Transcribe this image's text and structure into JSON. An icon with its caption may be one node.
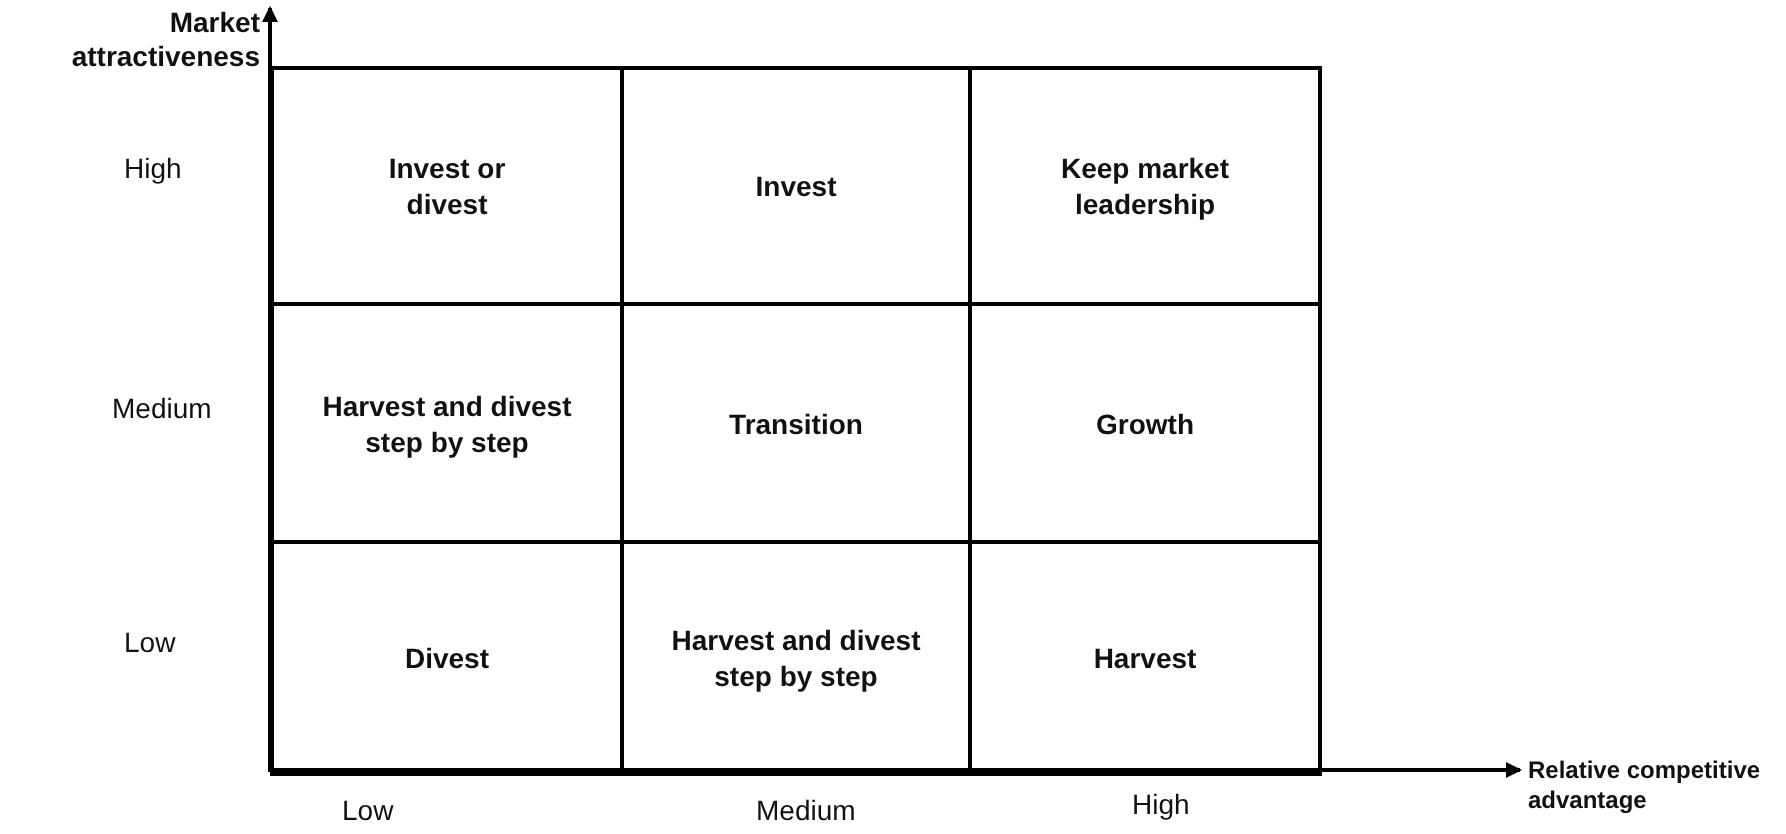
{
  "diagram": {
    "nodes": [
      {
        "text": [
          "Invest or divest"
        ]
      },
      {
        "text": [
          "Invest"
        ]
      },
      {
        "text": [
          "Keep market leadership"
        ]
      },
      {
        "text": [
          "Harvest and divest step by step"
        ]
      },
      {
        "text": [
          "Transition"
        ]
      },
      {
        "text": [
          "Growth"
        ]
      },
      {
        "text": [
          "Divest"
        ]
      },
      {
        "text": [
          "Harvest and divest step by step"
        ]
      },
      {
        "text": [
          "Harvest"
        ]
      }
    ],
    "edges": [],
    "labels": [
      "Market attractiveness",
      "High",
      "Medium",
      "Low",
      "Relative competitive advantage",
      "Low",
      "Medium",
      "High"
    ]
  }
}
